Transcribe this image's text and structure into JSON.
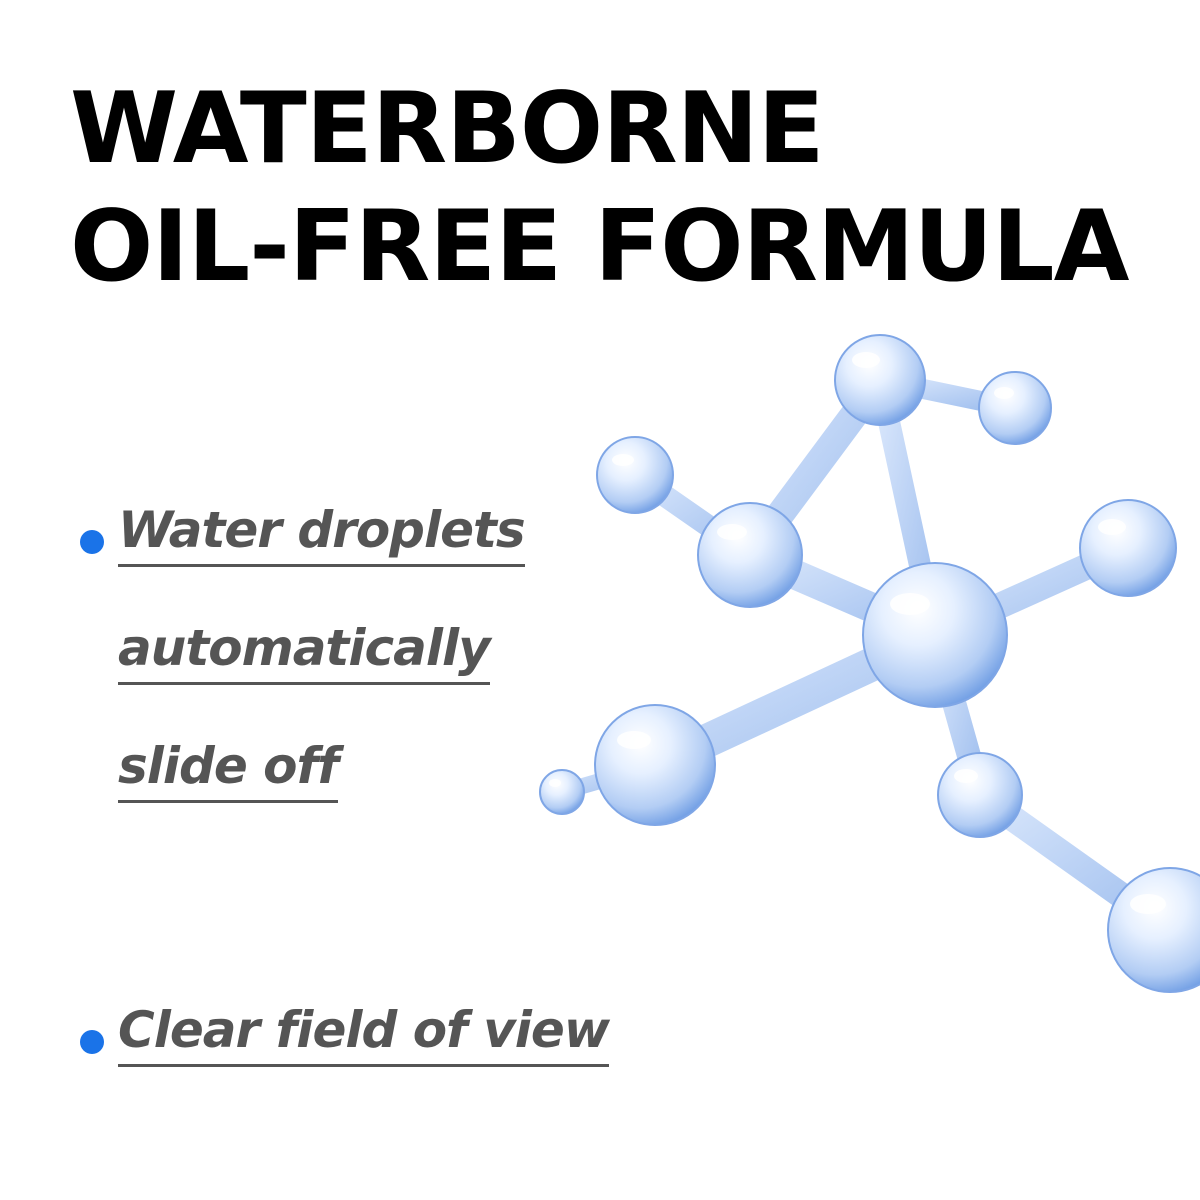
{
  "headline": {
    "line1": "WATERBORNE",
    "line2": "OIL-FREE FORMULA"
  },
  "bullets": [
    {
      "lines": [
        "Water droplets",
        "automatically",
        "slide off"
      ]
    },
    {
      "lines": [
        "Clear field of view"
      ]
    }
  ],
  "colors": {
    "headline": "#000000",
    "bullet_dot": "#1a73e8",
    "bullet_text": "#555555",
    "molecule_light": "#eaf2ff",
    "molecule_mid": "#a9c6f2",
    "molecule_dark": "#5d8fdf"
  },
  "icons": {
    "bullet_marker": "blue-dot-icon",
    "illustration": "molecule-icon"
  }
}
